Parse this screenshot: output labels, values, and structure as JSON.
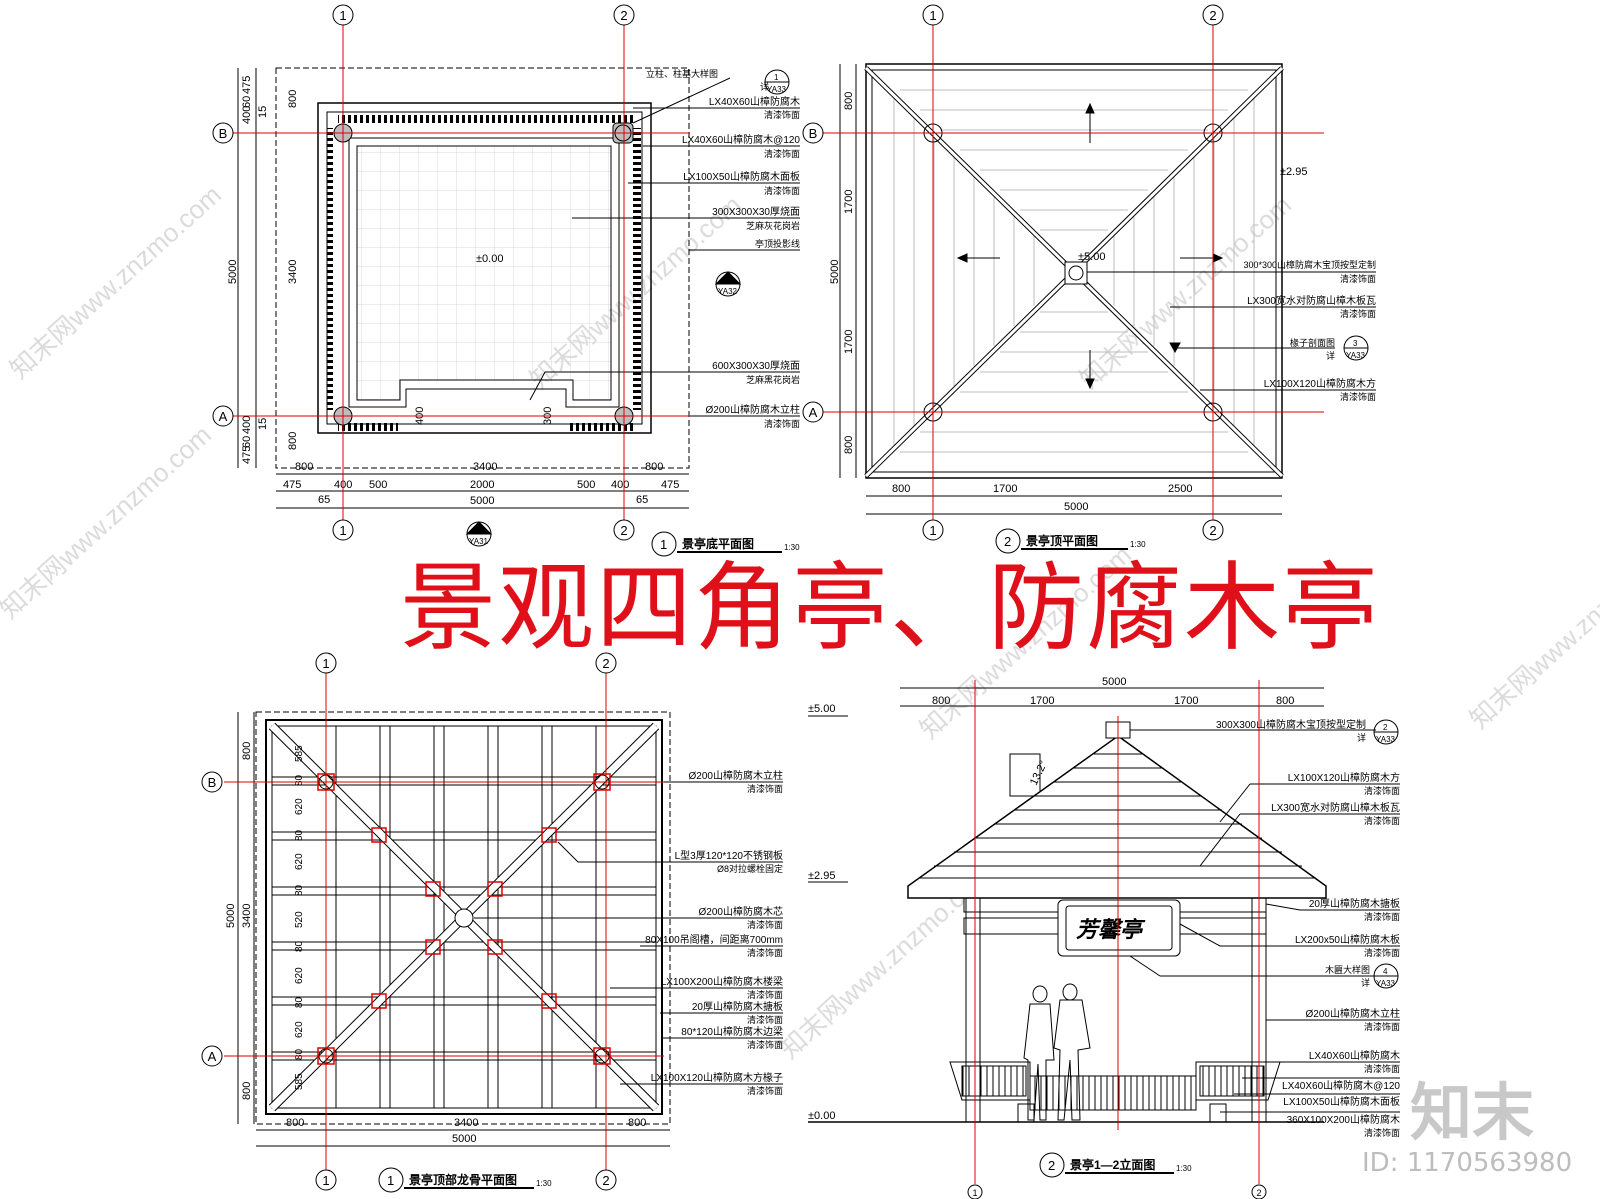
{
  "headline": "景观四角亭、防腐木亭",
  "brand": "知末",
  "image_id": "ID: 1170563980",
  "watermark": "知末网www.znzmo.com",
  "colors": {
    "line": "#000000",
    "axis": "#e00000",
    "headline": "#e0101a",
    "watermark": "#cfcfcf"
  },
  "axis_tags": {
    "c1": "1",
    "c2": "2",
    "rA": "A",
    "rB": "B"
  },
  "plan1": {
    "title_num": "1",
    "title": "景亭底平面图",
    "scale": "1:30",
    "bottom_dims_a": [
      "800",
      "3400",
      "800"
    ],
    "bottom_dims_b": [
      "475",
      "400",
      "500",
      "2000",
      "500",
      "400",
      "475"
    ],
    "bottom_65": "65",
    "bottom_total": "5000",
    "left_dims": [
      "800",
      "3400",
      "800"
    ],
    "left_total": "5000",
    "left_small_top": [
      "475",
      "60",
      "400",
      "15"
    ],
    "left_small_bottom": [
      "475",
      "60",
      "400",
      "15"
    ],
    "level": "±0.00",
    "inner_dims": [
      "400",
      "300"
    ],
    "callouts": [
      {
        "t1": "立柱、柱基大样图",
        "t2": "详"
      },
      {
        "t1": "LX40X60山樟防腐木",
        "t2": "清漆饰面"
      },
      {
        "t1": "LX40X60山樟防腐木@120",
        "t2": "清漆饰面"
      },
      {
        "t1": "LX100X50山樟防腐木面板",
        "t2": "清漆饰面"
      },
      {
        "t1": "300X300X30厚烧面",
        "t2": "芝麻灰花岗岩"
      },
      {
        "t1": "亭顶投影线",
        "t2": ""
      },
      {
        "t1": "600X300X30厚烧面",
        "t2": "芝麻黑花岗岩"
      },
      {
        "t1": "Ø200山樟防腐木立柱",
        "t2": "清漆饰面"
      }
    ],
    "detail_tags": [
      {
        "num": "1",
        "ref": "YA33"
      },
      {
        "num": "1",
        "ref": "YA32"
      },
      {
        "num": "1",
        "ref": "YA31"
      }
    ]
  },
  "plan2": {
    "title_num": "2",
    "title": "景亭顶平面图",
    "scale": "1:30",
    "bottom_dims": [
      "800",
      "1700",
      "2500"
    ],
    "bottom_total": "5000",
    "left_dims": [
      "800",
      "1700",
      "5000",
      "1700",
      "800"
    ],
    "level_top": "±5.00",
    "level_eave": "±2.95",
    "callouts": [
      {
        "t1": "300*300山樟防腐木宝顶按型定制",
        "t2": "清漆饰面"
      },
      {
        "t1": "LX300宽水对防腐山樟木板瓦",
        "t2": "清漆饰面"
      },
      {
        "t1": "椽子剖面图",
        "t2": "详"
      },
      {
        "t1": "LX100X120山樟防腐木方",
        "t2": "清漆饰面"
      }
    ],
    "detail_tag": {
      "num": "3",
      "ref": "YA33"
    }
  },
  "plan3": {
    "title_num": "1",
    "title": "景亭顶部龙骨平面图",
    "scale": "1:30",
    "bottom_dims": [
      "800",
      "3400",
      "800"
    ],
    "bottom_total": "5000",
    "left_dims": [
      "800",
      "3400",
      "800"
    ],
    "left_total": "5000",
    "left_small": [
      "585",
      "80",
      "620",
      "80",
      "620",
      "80",
      "520",
      "80",
      "620",
      "80",
      "620",
      "80",
      "585"
    ],
    "callouts": [
      {
        "t1": "Ø200山樟防腐木立柱",
        "t2": "清漆饰面"
      },
      {
        "t1": "L型3厚120*120不锈钢板",
        "t2": "Ø8对拉螺栓固定"
      },
      {
        "t1": "Ø200山樟防腐木芯",
        "t2": "清漆饰面"
      },
      {
        "t1": "80X100吊阁槽，间距离700mm",
        "t2": "清漆饰面"
      },
      {
        "t1": "LX100X200山樟防腐木楼梁",
        "t2": "清漆饰面"
      },
      {
        "t1": "20厚山樟防腐木搪板",
        "t2": "清漆饰面"
      },
      {
        "t1": "80*120山樟防腐木边梁",
        "t2": "清漆饰面"
      },
      {
        "t1": "LX100X120山樟防腐木方椽子",
        "t2": "清漆饰面"
      }
    ]
  },
  "elev": {
    "title_num": "2",
    "title": "景亭1—2立面图",
    "scale": "1:30",
    "top_dims": [
      "800",
      "1700",
      "1700",
      "800"
    ],
    "top_total": "5000",
    "levels": [
      "±5.00",
      "±2.95",
      "±0.00"
    ],
    "slope": "13.2°",
    "sign": "芳馨亭",
    "callouts": [
      {
        "t1": "300X300山樟防腐木宝顶按型定制",
        "t2": "详"
      },
      {
        "t1": "LX100X120山樟防腐木方",
        "t2": "清漆饰面"
      },
      {
        "t1": "LX300宽水对防腐山樟木板瓦",
        "t2": "清漆饰面"
      },
      {
        "t1": "20厚山樟防腐木搪板",
        "t2": "清漆饰面"
      },
      {
        "t1": "LX200x50山樟防腐木板",
        "t2": "清漆饰面"
      },
      {
        "t1": "木匾大样图",
        "t2": "详"
      },
      {
        "t1": "Ø200山樟防腐木立柱",
        "t2": "清漆饰面"
      },
      {
        "t1": "LX40X60山樟防腐木",
        "t2": "清漆饰面"
      },
      {
        "t1": "LX40X60山樟防腐木@120",
        "t2": "清漆饰面"
      },
      {
        "t1": "LX100X50山樟防腐木面板",
        "t2": "清漆饰面"
      },
      {
        "t1": "360X100X200山樟防腐木",
        "t2": "清漆饰面"
      }
    ],
    "detail_tags": [
      {
        "num": "2",
        "ref": "YA33"
      },
      {
        "num": "4",
        "ref": "YA33"
      }
    ]
  }
}
